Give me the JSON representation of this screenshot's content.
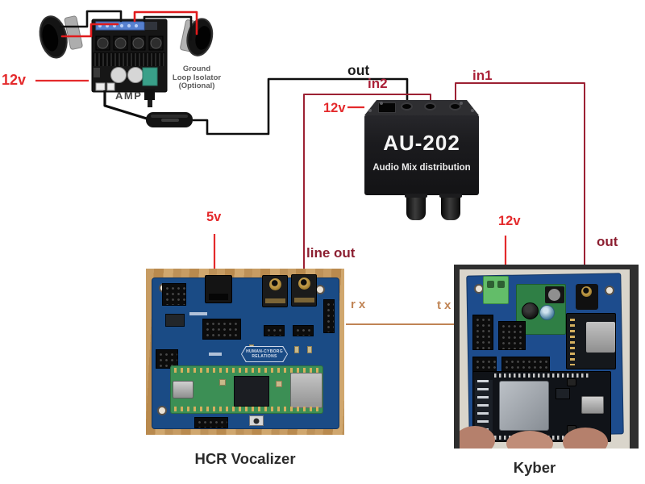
{
  "amp_section": {
    "supply_label": "12v",
    "amp_label": "AMP",
    "isolator_note_line1": "Ground",
    "isolator_note_line2": "Loop Isolator",
    "isolator_note_line3": "(Optional)"
  },
  "mixer": {
    "model": "AU-202",
    "subtitle": "Audio Mix distribution",
    "supply_label": "12v",
    "out_label": "out",
    "in2_label": "in2",
    "in1_label": "in1"
  },
  "vocalizer": {
    "caption": "HCR Vocalizer",
    "supply_label": "5v",
    "line_out_label": "line out",
    "rx_label": "rx",
    "silkscreen_line1": "HUMAN-CYBORG",
    "silkscreen_line2": "RELATIONS"
  },
  "kyber": {
    "caption": "Kyber",
    "supply_label": "12v",
    "out_label": "out",
    "tx_label": "tx"
  },
  "colors": {
    "power_label_red": "#e42a2c",
    "input_label_crimson": "#aa1f37",
    "signal_label_maroon": "#8c1f31",
    "serial_label_tan": "#c08455",
    "wire_black": "#101010",
    "wire_signal_maroon": "#9c2133",
    "speaker_wire_red": "#e01b1d"
  }
}
